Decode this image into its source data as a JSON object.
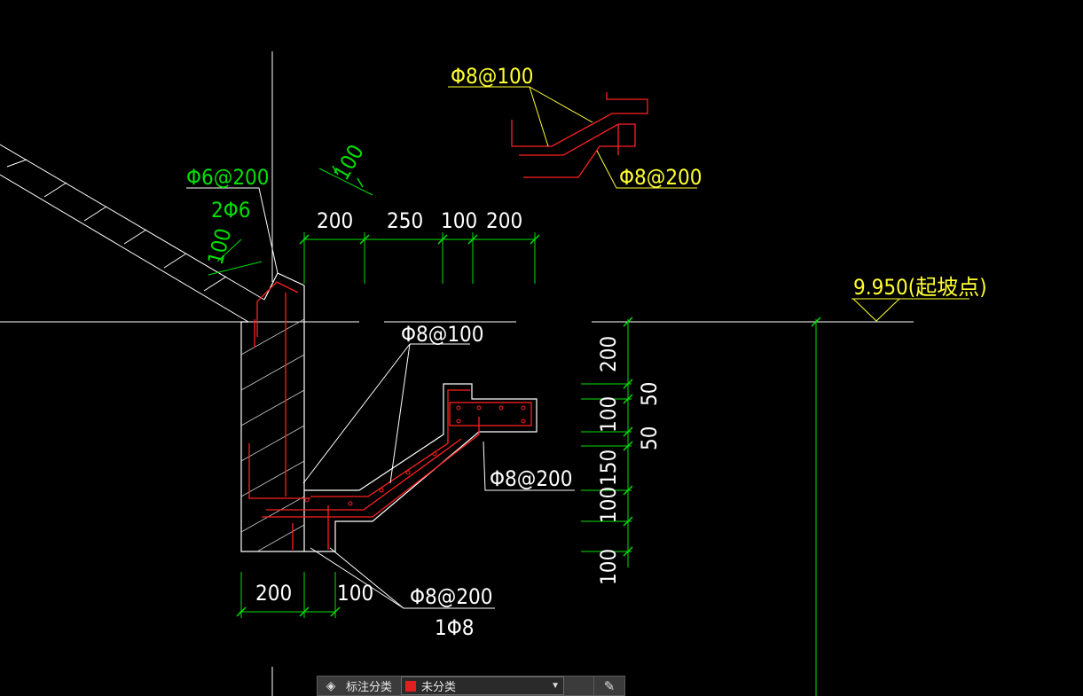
{
  "colors": {
    "background": "#000000",
    "outline": "#ffffff",
    "rebar": "#ff2020",
    "dimension": "#00e000",
    "annotation_yellow": "#ffff30",
    "elevation_green": "#00c000"
  },
  "annotations": {
    "top_rebar_main": "Φ8@100",
    "top_rebar_dist": "Φ8@200",
    "slab_rebar": "Φ6@200",
    "slab_bars": "2Φ6",
    "slab_thickness": "100",
    "slope_thickness": "100",
    "mid_rebar_main": "Φ8@100",
    "right_rebar": "Φ8@200",
    "bottom_rebar": "Φ8@200",
    "bottom_bar": "1Φ8",
    "elevation": "9.950(起坡点)"
  },
  "dims_top": [
    "200",
    "250",
    "100",
    "200"
  ],
  "dims_bottom": [
    "200",
    "100"
  ],
  "dims_vertical": [
    "200",
    "100",
    "150",
    "100",
    "100"
  ],
  "dims_vertical_small": [
    "50",
    "50"
  ],
  "toolbar": {
    "icon": "layers-icon",
    "label": "标注分类",
    "select_value": "未分类",
    "select_color": "#e02020",
    "edit_icon": "edit-icon"
  }
}
